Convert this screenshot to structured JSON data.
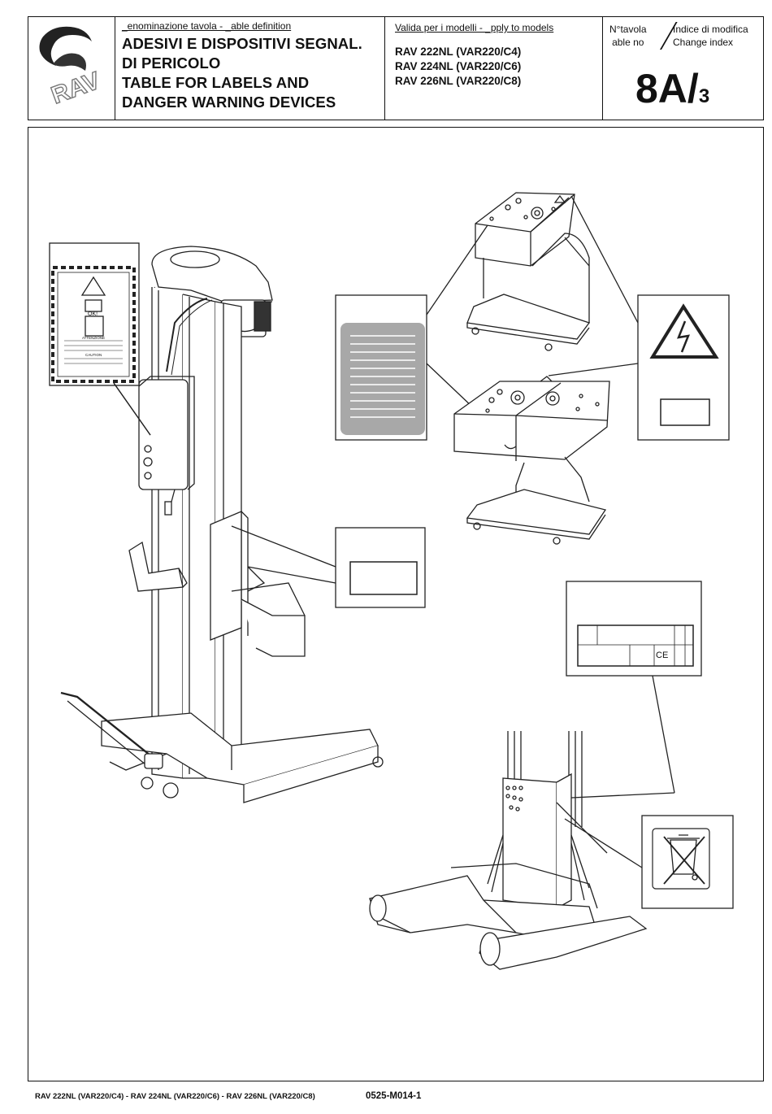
{
  "header": {
    "title_caption": "_enominazione tavola - _able definition",
    "title_lines": [
      "ADESIVI E DISPOSITIVI SEGNAL.",
      "DI PERICOLO",
      "TABLE FOR LABELS AND",
      "DANGER WARNING DEVICES"
    ],
    "models_caption": "Valida per i modelli - _pply to models",
    "models": [
      "RAV 222NL (VAR220/C4)",
      "RAV 224NL (VAR220/C6)",
      "RAV 226NL (VAR220/C8)"
    ],
    "table_no_label_1": "N°tavola",
    "table_no_label_2": "able no",
    "change_index_label_1": "Indice di modifica",
    "change_index_label_2": "Change index",
    "table_number": "8A/",
    "change_index": "3",
    "logo_text": "RAV"
  },
  "labels": {
    "instruction_label_caption_1": "ATTENZIONE",
    "instruction_label_caption_2": "CAUTION",
    "instruction_label_ok": "OK!"
  },
  "footer": {
    "models": "RAV 222NL (VAR220/C4) - RAV 224NL (VAR220/C6) - RAV 226NL (VAR220/C8)",
    "doc_code": "0525-M014-1"
  },
  "icons": [
    "logo-icon",
    "high-voltage-warning-icon",
    "weee-crossed-bin-icon",
    "ce-mark-icon",
    "cross-danger-label-icon"
  ]
}
